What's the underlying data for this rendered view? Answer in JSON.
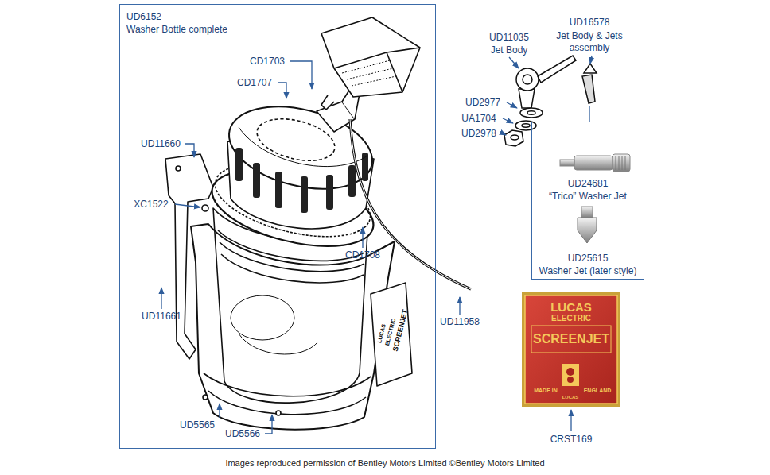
{
  "diagram": {
    "caption": "Images reproduced permission of Bentley Motors Limited ©Bentley Motors Limited",
    "nodes": [
      {
        "text": [
          "UD6152",
          "Washer Bottle complete"
        ]
      },
      {
        "text": [
          "UD24681",
          "“Trico” Washer Jet",
          "UD25615",
          "Washer Jet (later style)"
        ]
      }
    ],
    "labels": [
      "CD1703",
      "CD1707",
      "UD11660",
      "XC1522",
      "CD1708",
      "UD11661",
      "UD5565",
      "UD5566",
      "UD11035",
      "Jet Body",
      "UD16578",
      "Jet Body & Jets assembly",
      "UD2977",
      "UA1704",
      "UD2978",
      "UD11958",
      "CRST169",
      "LUCAS",
      "ELECTRIC",
      "SCREENJET",
      "MADE IN",
      "ENGLAND",
      "LUCAS",
      "LUCAS",
      "ELECTRIC",
      "SCREENJET"
    ]
  }
}
